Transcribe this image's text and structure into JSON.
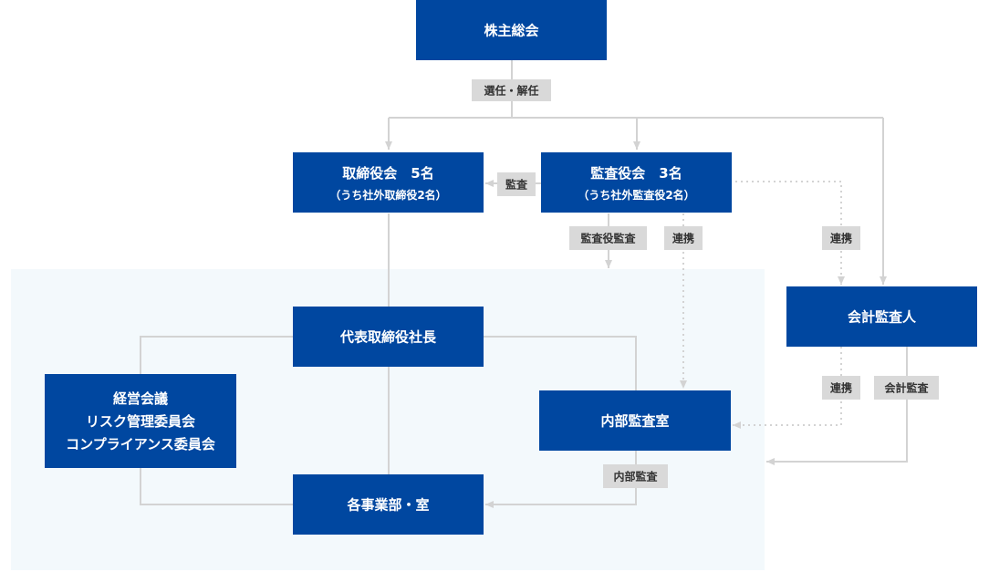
{
  "colors": {
    "box": "#0047a0",
    "label_bg": "#d9d9d9",
    "line": "#d3d3d3",
    "region_bg": "#f3f9fc"
  },
  "nodes": {
    "shareholders": "株主総会",
    "board": "取締役会　5名",
    "board_sub": "（うち社外取締役2名）",
    "auditors": "監査役会　3名",
    "auditors_sub": "（うち社外監査役2名）",
    "accounting_auditor": "会計監査人",
    "president": "代表取締役社長",
    "committees": [
      "経営会議",
      "リスク管理委員会",
      "コンプライアンス委員会"
    ],
    "internal_audit_office": "内部監査室",
    "divisions": "各事業部・室"
  },
  "labels": {
    "appoint_dismiss": "選任・解任",
    "audit": "監査",
    "auditor_audit": "監査役監査",
    "cooperation_1": "連携",
    "cooperation_2": "連携",
    "cooperation_3": "連携",
    "accounting_audit": "会計監査",
    "internal_audit": "内部監査"
  }
}
